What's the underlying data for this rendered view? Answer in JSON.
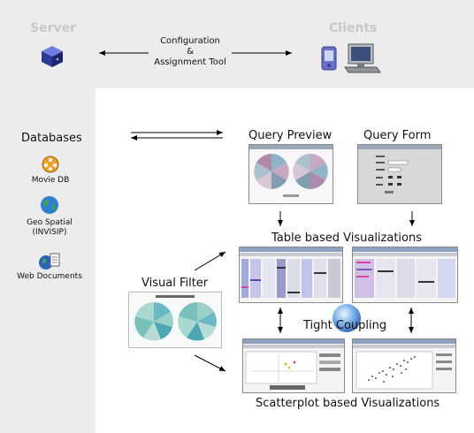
{
  "header": {
    "server_label": "Server",
    "clients_label": "Clients",
    "config_tool_line1": "Configuration",
    "config_tool_line2": "&",
    "config_tool_line3": "Assignment Tool"
  },
  "databases": {
    "title": "Databases",
    "items": [
      {
        "label": "Movie DB",
        "icon": "film-icon"
      },
      {
        "label_line1": "Geo Spatial",
        "label_line2": "(INVISIP)",
        "icon": "globe-icon"
      },
      {
        "label": "Web Documents",
        "icon": "documents-icon"
      }
    ]
  },
  "panels": {
    "query_preview": "Query Preview",
    "query_form": "Query Form",
    "table_viz": "Table based Visualizations",
    "visual_filter": "Visual Filter",
    "tight_coupling": "Tight Coupling",
    "scatter_viz": "Scatterplot based Visualizations"
  },
  "colors": {
    "background": "#ececec",
    "panel": "#ffffff",
    "header_text": "#c8c8c8",
    "server_blue": "#2a3a9a",
    "globe_blue": "#2f7fd0",
    "globe_green": "#3aa84a"
  }
}
